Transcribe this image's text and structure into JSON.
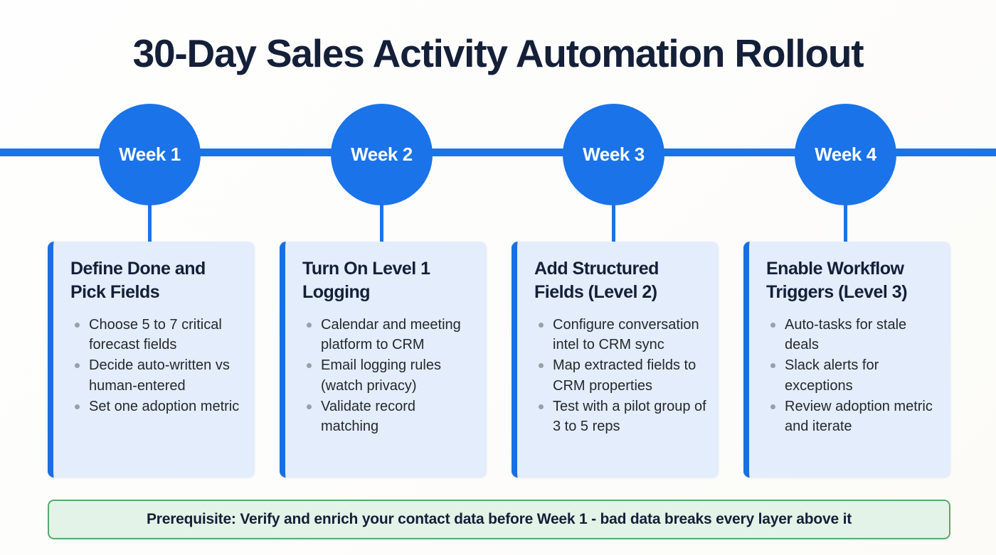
{
  "header": {
    "title": "30-Day Sales Activity Automation Rollout"
  },
  "timeline": {
    "nodes": [
      {
        "label": "Week 1"
      },
      {
        "label": "Week 2"
      },
      {
        "label": "Week 3"
      },
      {
        "label": "Week 4"
      }
    ]
  },
  "cards": [
    {
      "title": "Define Done and Pick Fields",
      "bullets": [
        "Choose 5 to 7 critical forecast fields",
        "Decide auto-written vs human-entered",
        "Set one adoption metric"
      ]
    },
    {
      "title": "Turn On Level 1 Logging",
      "bullets": [
        "Calendar and meeting platform to CRM",
        "Email logging rules (watch privacy)",
        "Validate record matching"
      ]
    },
    {
      "title": "Add Structured Fields (Level 2)",
      "bullets": [
        "Configure conversation intel to CRM sync",
        "Map extracted fields to CRM properties",
        "Test with a pilot group of 3 to 5 reps"
      ]
    },
    {
      "title": "Enable Workflow Triggers (Level 3)",
      "bullets": [
        "Auto-tasks for stale deals",
        "Slack alerts for exceptions",
        "Review adoption metric and iterate"
      ]
    }
  ],
  "prerequisite": {
    "text": "Prerequisite: Verify and enrich your contact data before Week 1 - bad data breaks every layer above it"
  },
  "colors": {
    "accent_blue": "#1a73e8",
    "card_background": "#e3edfc",
    "title_navy": "#141f38",
    "banner_background": "#e4f3e7",
    "banner_border": "#56a96c",
    "bullet_gray": "#9aa0a6"
  }
}
